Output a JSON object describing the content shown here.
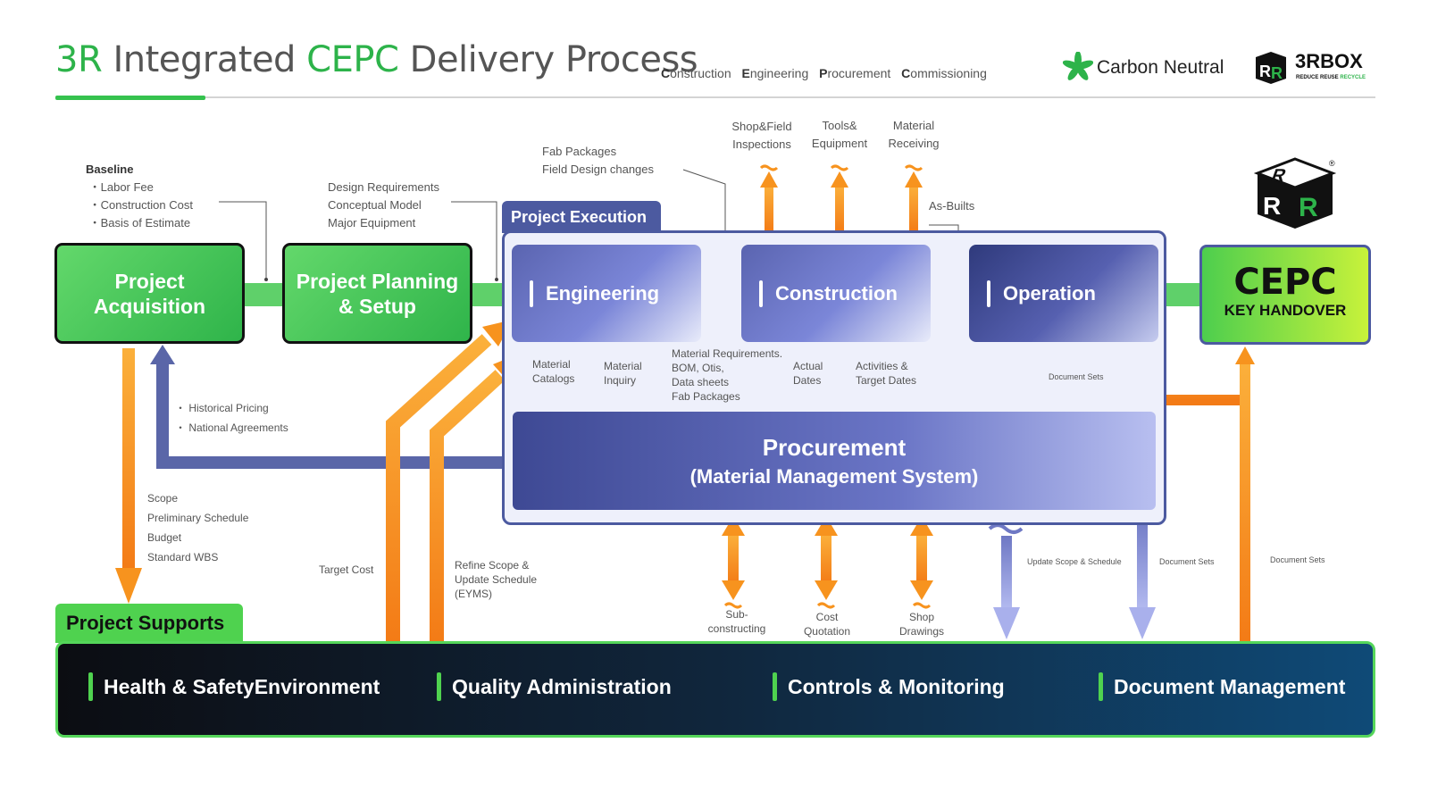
{
  "header": {
    "title_parts": [
      "3R",
      " Integrated ",
      "CEPC",
      " Delivery Process"
    ],
    "subtitle": [
      {
        "initial": "C",
        "rest": "onstruction"
      },
      {
        "initial": "E",
        "rest": "ngineering"
      },
      {
        "initial": "P",
        "rest": "rocurement"
      },
      {
        "initial": "C",
        "rest": "ommissioning"
      }
    ],
    "brand_carbon": "Carbon Neutral",
    "brand_3rbox": "3RBOX",
    "brand_tag_a": "REDUCE REUSE",
    "brand_tag_b": "RECYCLE",
    "logo_letters": "R R R",
    "colors": {
      "green": "#2db34a",
      "navy": "#4c5aa0",
      "orange": "#f7931e"
    }
  },
  "baseline": {
    "title": "Baseline",
    "items": [
      "Labor Fee",
      "Construction Cost",
      "Basis of Estimate"
    ]
  },
  "design_notes": [
    "Design Requirements",
    "Conceptual Model",
    "Major Equipment"
  ],
  "fab_notes": [
    "Fab Packages",
    "Field Design changes"
  ],
  "top_labels": {
    "shop_field": [
      "Shop&Field",
      "Inspections"
    ],
    "tools": [
      "Tools&",
      "Equipment"
    ],
    "material": [
      "Material",
      "Receiving"
    ],
    "as_builts": "As-Builts"
  },
  "stages": {
    "acquisition": [
      "Project",
      "Acquisition"
    ],
    "planning": [
      "Project Planning",
      "& Setup"
    ],
    "exec_tab": "Project Execution",
    "engineering": "Engineering",
    "construction": "Construction",
    "operation": "Operation",
    "cepc_big": "CEPC",
    "cepc_small": "KEY HANDOVER"
  },
  "procurement": {
    "title": "Procurement",
    "subtitle": "(Material Management System)"
  },
  "mid_labels": {
    "material_catalogs": [
      "Material",
      "Catalogs"
    ],
    "material_inquiry": [
      "Material",
      "Inquiry"
    ],
    "material_req": [
      "Material Requirements.",
      "BOM, Otis,",
      "Data sheets",
      "Fab Packages"
    ],
    "actual_dates": [
      "Actual",
      "Dates"
    ],
    "activities": [
      "Activities &",
      "Target Dates"
    ],
    "document_sets_op": "Document Sets",
    "historical": [
      "Historical Pricing",
      "National Agreements"
    ]
  },
  "lower_labels": {
    "scope": [
      "Scope",
      "Preliminary Schedule",
      "Budget",
      "Standard WBS"
    ],
    "target_cost": "Target Cost",
    "refine": [
      "Refine Scope &",
      "Update Schedule",
      "(EYMS)"
    ],
    "sub": [
      "Sub-",
      "constructing"
    ],
    "cost": [
      "Cost",
      "Quotation"
    ],
    "shop": [
      "Shop",
      "Drawings"
    ],
    "update_scope": "Update Scope & Schedule",
    "doc_sets_1": "Document Sets",
    "doc_sets_2": "Document Sets"
  },
  "supports": {
    "tab": "Project Supports",
    "items": [
      "Health & SafetyEnvironment",
      "Quality Administration",
      "Controls & Monitoring",
      "Document Management"
    ]
  }
}
